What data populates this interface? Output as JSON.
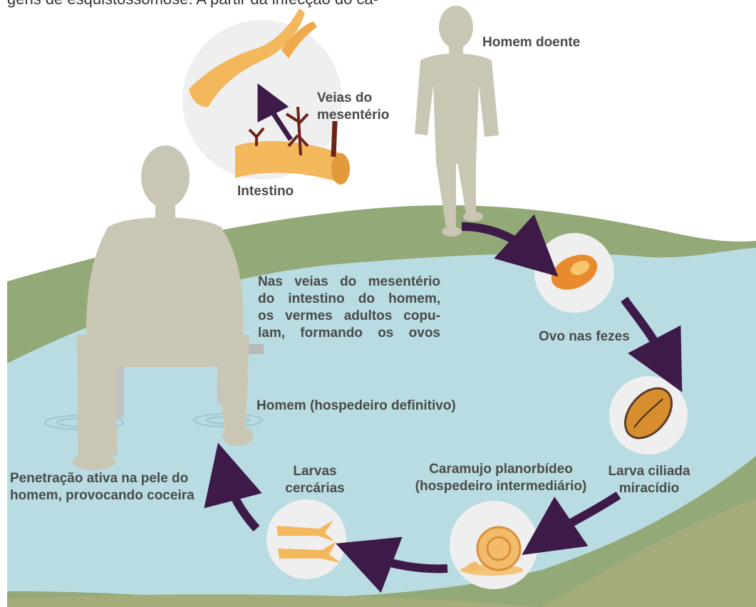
{
  "header": {
    "caption_fragment": "gens de esquistossomose. A partir da infecção do ca-"
  },
  "labels": {
    "sick_man": "Homem doente",
    "mesenteric_veins": "Veias do\nmesentério",
    "intestine": "Intestino",
    "adult_worms_note": "Nas veias do mesentério\ndo intestino do homem,\nos vermes adultos copu-\nlam, formando os ovos",
    "egg": "Ovo nas fezes",
    "definitive_host": "Homem (hospedeiro definitivo)",
    "miracidium": "Larva ciliada\nmiracídio",
    "intermediate_host": "Caramujo planorbídeo\n(hospedeiro intermediário)",
    "cercariae": "Larvas\ncercárias",
    "penetration": "Penetração ativa na pele do\nhomem, provocando coceira"
  },
  "colors": {
    "water": "#b9dce2",
    "ground": "#93a977",
    "figure": "#c9c7b4",
    "arrow": "#3d1a48",
    "worm": "#f3b75c",
    "vein": "#6e2318",
    "circle_bg": "#efefef"
  }
}
